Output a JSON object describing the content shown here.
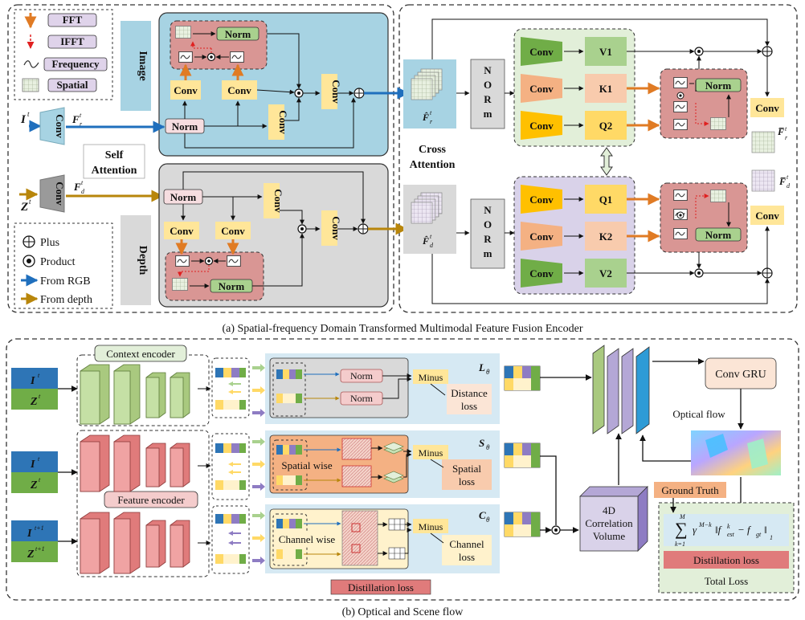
{
  "legend_top": {
    "fft": "FFT",
    "ifft": "IFFT",
    "frequency": "Frequency",
    "spatial": "Spatial"
  },
  "legend_bottom": {
    "plus": "Plus",
    "product": "Product",
    "from_rgb": "From RGB",
    "from_depth": "From depth"
  },
  "labels": {
    "image": "Image",
    "depth": "Depth",
    "self_attention_1": "Self",
    "self_attention_2": "Attention",
    "cross_attention_1": "Cross",
    "cross_attention_2": "Attention",
    "conv": "Conv",
    "norm": "Norm",
    "norm_vertical": "NORm",
    "v1": "V1",
    "k1": "K1",
    "q2": "Q2",
    "q1": "Q1",
    "k2": "K2",
    "v2": "V2",
    "input_rgb": "I",
    "input_rgb_sup": "t",
    "input_depth": "Z",
    "input_depth_sup": "t",
    "feat_rgb": "F",
    "feat_rgb_sup": "t",
    "feat_rgb_sub": "r",
    "feat_depth": "F",
    "feat_depth_sup": "t",
    "feat_depth_sub": "d",
    "fhat_r": "F̂",
    "fhat_r_sup": "t",
    "fhat_r_sub": "r",
    "fhat_d": "F̂",
    "fhat_d_sup": "t",
    "fhat_d_sub": "d",
    "fbar_r": "F̅",
    "fbar_r_sup": "t",
    "fbar_r_sub": "r",
    "fbar_d": "F̅",
    "fbar_d_sup": "t",
    "fbar_d_sub": "d",
    "caption_a": "(a) Spatial-frequency Domain Transformed Multimodal Feature Fusion Encoder"
  },
  "bottom": {
    "context_encoder": "Context encoder",
    "feature_encoder": "Feature encoder",
    "i_t": "I",
    "i_t_sup": "t",
    "z_t": "Z",
    "z_t_sup": "t",
    "i_t1": "I",
    "i_t1_sup": "t+1",
    "z_t1": "Z",
    "z_t1_sup": "t+1",
    "norm": "Norm",
    "minus": "Minus",
    "l_theta": "L",
    "s_theta": "S",
    "c_theta": "C",
    "theta_sub": "θ",
    "distance_loss": [
      "Distance",
      "loss"
    ],
    "spatial_wise": "Spatial wise",
    "spatial_loss": [
      "Spatial",
      "loss"
    ],
    "channel_wise": "Channel wise",
    "channel_loss": [
      "Channel",
      "loss"
    ],
    "distillation_loss": "Distillation loss",
    "corr_volume": [
      "4D",
      "Correlation",
      "Volume"
    ],
    "conv_gru": "Conv GRU",
    "optical_flow": "Optical flow",
    "ground_truth": "Ground Truth",
    "formula_sum_top": "M",
    "formula_sum_bottom": "k=1",
    "formula_gamma": "γ",
    "formula_exp": "M−k",
    "formula_body": "‖f",
    "formula_est": "est",
    "formula_k": "k",
    "formula_minus": " − f",
    "formula_gt": "gt",
    "formula_norm_end": "‖",
    "formula_norm_sub": "1",
    "total_distillation": "Distillation loss",
    "total_loss": "Total Loss",
    "caption_b": "(b) Optical and Scene flow"
  },
  "colors": {
    "rgb_arrow": "#1f6fbd",
    "depth_arrow": "#b8860b",
    "orange_arrow": "#e07b24",
    "image_panel": "#a7d3e3",
    "depth_panel": "#d9d9d9",
    "conv_yellow": "#ffe699",
    "norm_green": "#a9d18e",
    "pink_box": "#d99694",
    "k_pink": "#f4b183",
    "green_cube": "#a9c97f",
    "red_cube": "#e07b7b",
    "blue_panel": "#d6e9f3"
  }
}
